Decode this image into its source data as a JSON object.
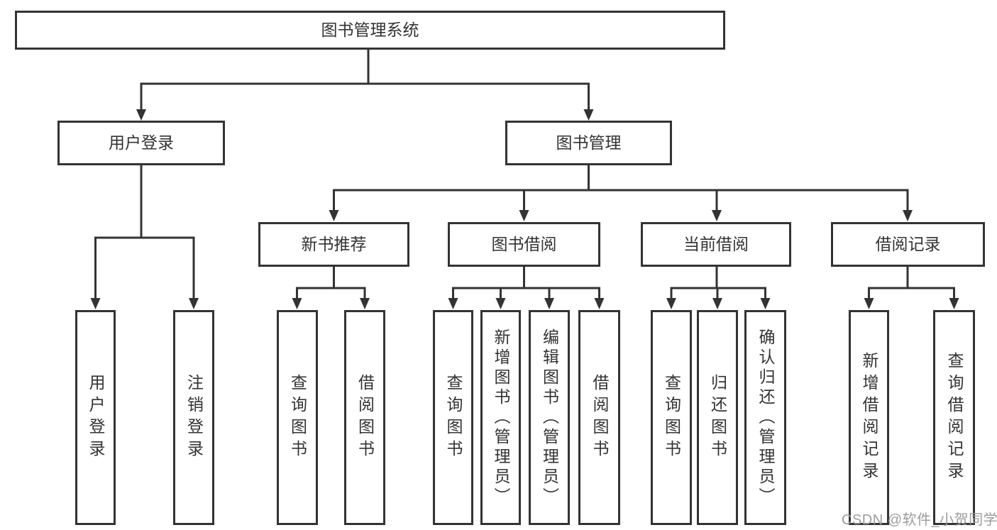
{
  "diagram": {
    "title_node": "图书管理系统",
    "tree": {
      "label": "图书管理系统",
      "children": [
        {
          "label": "用户登录",
          "children": [
            {
              "label": "用户登录"
            },
            {
              "label": "注销登录"
            }
          ]
        },
        {
          "label": "图书管理",
          "children": [
            {
              "label": "新书推荐",
              "children": [
                {
                  "label": "查询图书"
                },
                {
                  "label": "借阅图书"
                }
              ]
            },
            {
              "label": "图书借阅",
              "children": [
                {
                  "label": "查询图书"
                },
                {
                  "label": "新增图书（管理员）"
                },
                {
                  "label": "编辑图书（管理员）"
                },
                {
                  "label": "借阅图书"
                }
              ]
            },
            {
              "label": "当前借阅",
              "children": [
                {
                  "label": "查询图书"
                },
                {
                  "label": "归还图书"
                },
                {
                  "label": "确认归还（管理员）"
                }
              ]
            },
            {
              "label": "借阅记录",
              "children": [
                {
                  "label": "新增借阅记录"
                },
                {
                  "label": "查询借阅记录"
                }
              ]
            }
          ]
        }
      ]
    },
    "colors": {
      "line": "#333333",
      "box_border": "#333333",
      "box_fill": "#ffffff",
      "text": "#333333",
      "background": "#ffffff",
      "watermark": "#9c9c9c"
    }
  },
  "watermark": {
    "text": "CSDN @软件_小贺同学"
  }
}
